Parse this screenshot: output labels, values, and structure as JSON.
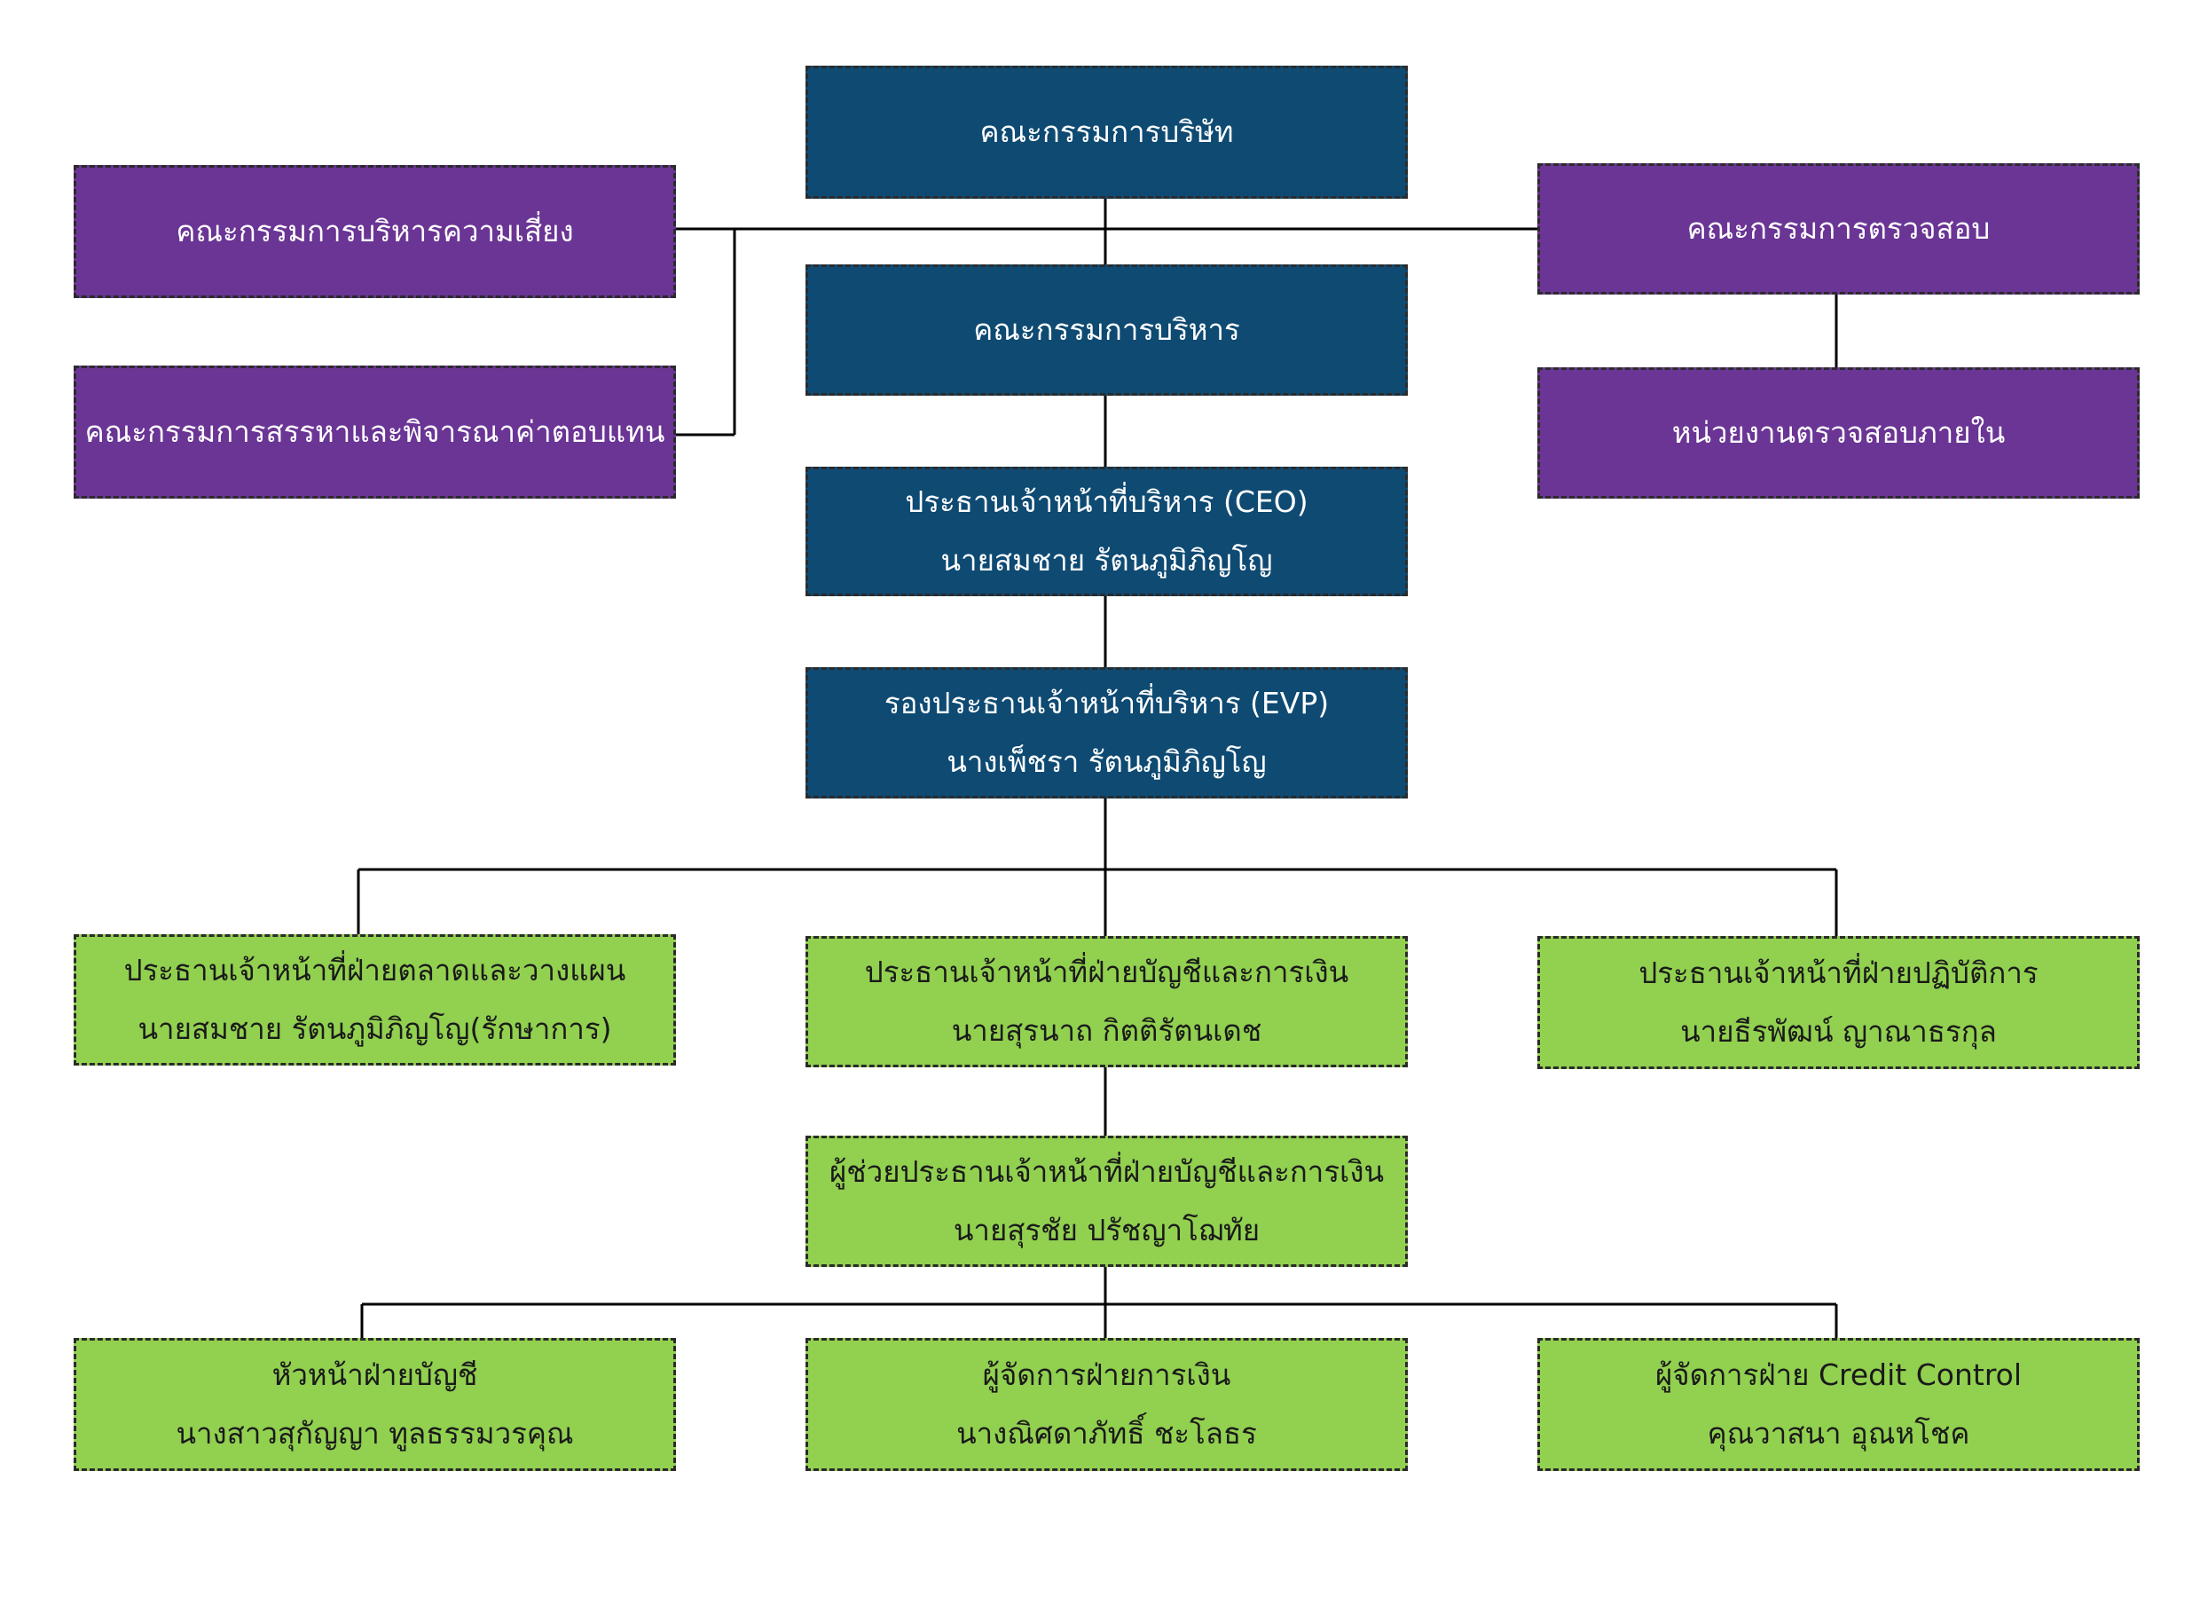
{
  "board": {
    "title": "คณะกรรมการบริษัท"
  },
  "risk_committee": {
    "title": "คณะกรรมการบริหารความเสี่ยง"
  },
  "nomination_committee": {
    "title": "คณะกรรมการสรรหาและพิจารณาค่าตอบแทน"
  },
  "audit_committee": {
    "title": "คณะกรรมการตรวจสอบ"
  },
  "internal_audit": {
    "title": "หน่วยงานตรวจสอบภายใน"
  },
  "executive_committee": {
    "title": "คณะกรรมการบริหาร"
  },
  "ceo": {
    "title": "ประธานเจ้าหน้าที่บริหาร (CEO)",
    "name": "นายสมชาย รัตนภูมิภิญโญ"
  },
  "evp": {
    "title": "รองประธานเจ้าหน้าที่บริหาร (EVP)",
    "name": "นางเพ็ชรา รัตนภูมิภิญโญ"
  },
  "cmo": {
    "title": "ประธานเจ้าหน้าที่ฝ่ายตลาดและวางแผน",
    "name": "นายสมชาย รัตนภูมิภิญโญ(รักษาการ)"
  },
  "cfo": {
    "title": "ประธานเจ้าหน้าที่ฝ่ายบัญชีและการเงิน",
    "name": "นายสุรนาถ กิตติรัตนเดช"
  },
  "coo": {
    "title": "ประธานเจ้าหน้าที่ฝ่ายปฏิบัติการ",
    "name": "นายธีรพัฒน์ ญาณาธรกุล"
  },
  "assistant_cfo": {
    "title": "ผู้ช่วยประธานเจ้าหน้าที่ฝ่ายบัญชีและการเงิน",
    "name": "นายสุรชัย ปรัชญาโฌทัย"
  },
  "head_accounting": {
    "title": "หัวหน้าฝ่ายบัญชี",
    "name": "นางสาวสุกัญญา ทูลธรรมวรคุณ"
  },
  "finance_manager": {
    "title": "ผู้จัดการฝ่ายการเงิน",
    "name": "นางณิศดาภัทธิ์ ชะโลธร"
  },
  "credit_manager": {
    "title": "ผู้จัดการฝ่าย Credit Control",
    "name": "คุณวาสนา อุณหโชค"
  },
  "colors": {
    "navy": "#0e4a72",
    "purple": "#6a3594",
    "green": "#92d050",
    "line": "#000000"
  }
}
